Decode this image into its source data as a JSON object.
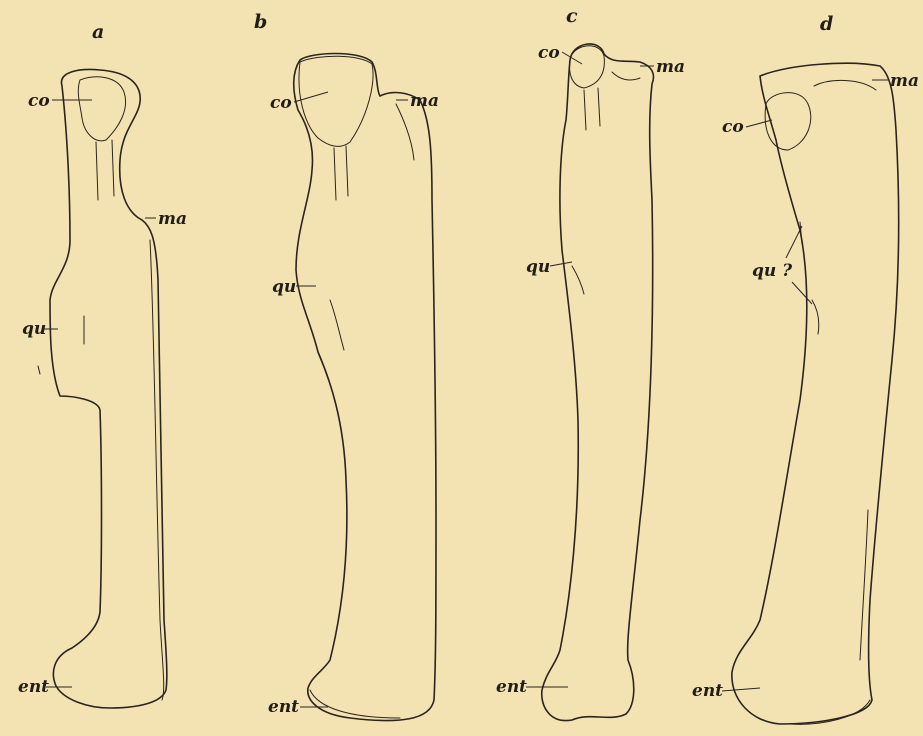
{
  "figures": [
    {
      "letter": "a",
      "labels": {
        "co": "co",
        "ma": "ma",
        "qu": "qu",
        "ent": "ent"
      }
    },
    {
      "letter": "b",
      "labels": {
        "co": "co",
        "ma": "ma",
        "qu": "qu",
        "ent": "ent"
      }
    },
    {
      "letter": "c",
      "labels": {
        "co": "co",
        "ma": "ma",
        "qu": "qu",
        "ent": "ent"
      }
    },
    {
      "letter": "d",
      "labels": {
        "co": "co",
        "ma": "ma",
        "qu": "qu ?",
        "ent": "ent"
      }
    }
  ]
}
